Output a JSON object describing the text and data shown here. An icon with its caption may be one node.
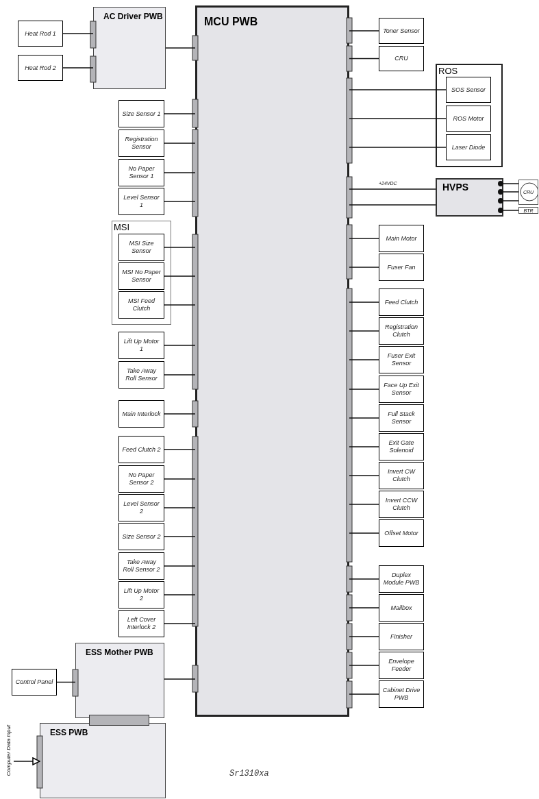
{
  "diagram": {
    "nodes": [
      {
        "text": [
          "MCU PWB"
        ]
      },
      {
        "text": [
          "AC Driver PWB"
        ]
      },
      {
        "text": [
          "Heat Rod 1"
        ]
      },
      {
        "text": [
          "Heat Rod 2"
        ]
      },
      {
        "text": [
          "Toner Sensor"
        ]
      },
      {
        "text": [
          "CRU"
        ]
      },
      {
        "text": [
          "ROS"
        ]
      },
      {
        "text": [
          "SOS Sensor"
        ],
        "in": 6
      },
      {
        "text": [
          "ROS Motor"
        ],
        "in": 6
      },
      {
        "text": [
          "Laser Diode"
        ],
        "in": 6
      },
      {
        "text": [
          "HVPS"
        ]
      },
      {
        "text": [
          "CRU"
        ]
      },
      {
        "text": [
          "BTR"
        ]
      },
      {
        "text": [
          "Size Sensor 1"
        ]
      },
      {
        "text": [
          "Registration Sensor"
        ]
      },
      {
        "text": [
          "No Paper Sensor 1"
        ]
      },
      {
        "text": [
          "Level Sensor 1"
        ]
      },
      {
        "text": [
          "MSI"
        ]
      },
      {
        "text": [
          "MSI Size Sensor"
        ],
        "in": 17
      },
      {
        "text": [
          "MSI No Paper Sensor"
        ],
        "in": 17
      },
      {
        "text": [
          "MSI Feed Clutch"
        ],
        "in": 17
      },
      {
        "text": [
          "Lift Up Motor 1"
        ]
      },
      {
        "text": [
          "Take Away Roll Sensor"
        ]
      },
      {
        "text": [
          "Main Interlock"
        ]
      },
      {
        "text": [
          "Feed Clutch 2"
        ]
      },
      {
        "text": [
          "No Paper Sensor 2"
        ]
      },
      {
        "text": [
          "Level Sensor 2"
        ]
      },
      {
        "text": [
          "Size Sensor 2"
        ]
      },
      {
        "text": [
          "Take Away Roll Sensor 2"
        ]
      },
      {
        "text": [
          "Lift Up Motor 2"
        ]
      },
      {
        "text": [
          "Left Cover Interlock 2"
        ]
      },
      {
        "text": [
          "Main Motor"
        ]
      },
      {
        "text": [
          "Fuser Fan"
        ]
      },
      {
        "text": [
          "Feed Clutch"
        ]
      },
      {
        "text": [
          "Registration Clutch"
        ]
      },
      {
        "text": [
          "Fuser Exit Sensor"
        ]
      },
      {
        "text": [
          "Face Up Exit Sensor"
        ]
      },
      {
        "text": [
          "Full Stack Sensor"
        ]
      },
      {
        "text": [
          "Exit Gate Solenoid"
        ]
      },
      {
        "text": [
          "Invert CW Clutch"
        ]
      },
      {
        "text": [
          "Invert CCW Clutch"
        ]
      },
      {
        "text": [
          "Offset Motor"
        ]
      },
      {
        "text": [
          "Duplex Module PWB"
        ]
      },
      {
        "text": [
          "Mailbox"
        ]
      },
      {
        "text": [
          "Finisher"
        ]
      },
      {
        "text": [
          "Envelope Feeder"
        ]
      },
      {
        "text": [
          "Cabinet Drive PWB"
        ]
      },
      {
        "text": [
          "ESS Mother PWB"
        ]
      },
      {
        "text": [
          "Control Panel"
        ]
      },
      {
        "text": [
          "ESS PWB"
        ]
      },
      {
        "text": [
          "Computer Data Input"
        ]
      },
      {
        "text": [],
        "shape": "bar"
      }
    ],
    "edges": [
      {
        "from": 2,
        "to": 1,
        "arrow": "none"
      },
      {
        "from": 3,
        "to": 1,
        "arrow": "none"
      },
      {
        "from": 1,
        "to": 0,
        "arrow": "none"
      },
      {
        "from": 0,
        "to": 4,
        "arrow": "none"
      },
      {
        "from": 0,
        "to": 5,
        "arrow": "none"
      },
      {
        "from": 0,
        "to": 7,
        "arrow": "none"
      },
      {
        "from": 0,
        "to": 8,
        "arrow": "none"
      },
      {
        "from": 0,
        "to": 9,
        "arrow": "none"
      },
      {
        "from": 0,
        "to": 10,
        "arrow": "none",
        "label": "+24VDC"
      },
      {
        "from": 0,
        "to": 10,
        "arrow": "none"
      },
      {
        "from": 10,
        "to": 11,
        "arrow": "other"
      },
      {
        "from": 10,
        "to": 11,
        "arrow": "other"
      },
      {
        "from": 10,
        "to": 11,
        "arrow": "other"
      },
      {
        "from": 10,
        "to": 12,
        "arrow": "other"
      },
      {
        "from": 13,
        "to": 0,
        "arrow": "none"
      },
      {
        "from": 14,
        "to": 0,
        "arrow": "none"
      },
      {
        "from": 15,
        "to": 0,
        "arrow": "none"
      },
      {
        "from": 16,
        "to": 0,
        "arrow": "none"
      },
      {
        "from": 18,
        "to": 0,
        "arrow": "none"
      },
      {
        "from": 19,
        "to": 0,
        "arrow": "none"
      },
      {
        "from": 20,
        "to": 0,
        "arrow": "none"
      },
      {
        "from": 21,
        "to": 0,
        "arrow": "none"
      },
      {
        "from": 22,
        "to": 0,
        "arrow": "none"
      },
      {
        "from": 23,
        "to": 0,
        "arrow": "none"
      },
      {
        "from": 24,
        "to": 0,
        "arrow": "none"
      },
      {
        "from": 25,
        "to": 0,
        "arrow": "none"
      },
      {
        "from": 26,
        "to": 0,
        "arrow": "none"
      },
      {
        "from": 27,
        "to": 0,
        "arrow": "none"
      },
      {
        "from": 28,
        "to": 0,
        "arrow": "none"
      },
      {
        "from": 29,
        "to": 0,
        "arrow": "none"
      },
      {
        "from": 30,
        "to": 0,
        "arrow": "none"
      },
      {
        "from": 0,
        "to": 31,
        "arrow": "none"
      },
      {
        "from": 0,
        "to": 32,
        "arrow": "none"
      },
      {
        "from": 0,
        "to": 33,
        "arrow": "none"
      },
      {
        "from": 0,
        "to": 34,
        "arrow": "none"
      },
      {
        "from": 0,
        "to": 35,
        "arrow": "none"
      },
      {
        "from": 0,
        "to": 36,
        "arrow": "none"
      },
      {
        "from": 0,
        "to": 37,
        "arrow": "none"
      },
      {
        "from": 0,
        "to": 38,
        "arrow": "none"
      },
      {
        "from": 0,
        "to": 39,
        "arrow": "none"
      },
      {
        "from": 0,
        "to": 40,
        "arrow": "none"
      },
      {
        "from": 0,
        "to": 41,
        "arrow": "none"
      },
      {
        "from": 0,
        "to": 42,
        "arrow": "none"
      },
      {
        "from": 0,
        "to": 43,
        "arrow": "none"
      },
      {
        "from": 0,
        "to": 44,
        "arrow": "none"
      },
      {
        "from": 0,
        "to": 45,
        "arrow": "none"
      },
      {
        "from": 0,
        "to": 46,
        "arrow": "none"
      },
      {
        "from": 47,
        "to": 0,
        "arrow": "none"
      },
      {
        "from": 48,
        "to": 47,
        "arrow": "none"
      },
      {
        "from": 50,
        "to": 49,
        "arrow": "to"
      }
    ],
    "labels": [
      "Sr1310xa"
    ]
  }
}
